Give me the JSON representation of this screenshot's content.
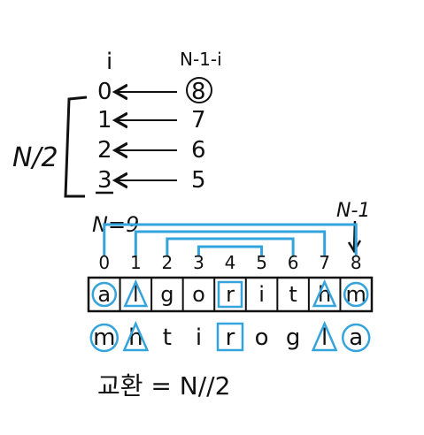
{
  "header": {
    "i_label": "i",
    "n1i_label": "N-1-i"
  },
  "pairs": [
    {
      "left": "0",
      "right": "8"
    },
    {
      "left": "1",
      "right": "7"
    },
    {
      "left": "2",
      "right": "6"
    },
    {
      "left": "3",
      "right": "5"
    }
  ],
  "half_label": "N/2",
  "n_label": "N=9",
  "last_index_label": "N-1",
  "indices": [
    "0",
    "1",
    "2",
    "3",
    "4",
    "5",
    "6",
    "7",
    "8"
  ],
  "original": [
    "a",
    "l",
    "g",
    "o",
    "r",
    "i",
    "t",
    "h",
    "m"
  ],
  "reversed": [
    "m",
    "h",
    "t",
    "i",
    "r",
    "o",
    "g",
    "l",
    "a"
  ],
  "swap_count_label": "교환 = N//2",
  "colors": {
    "ink": "#111111",
    "accent": "#35a3dc"
  }
}
